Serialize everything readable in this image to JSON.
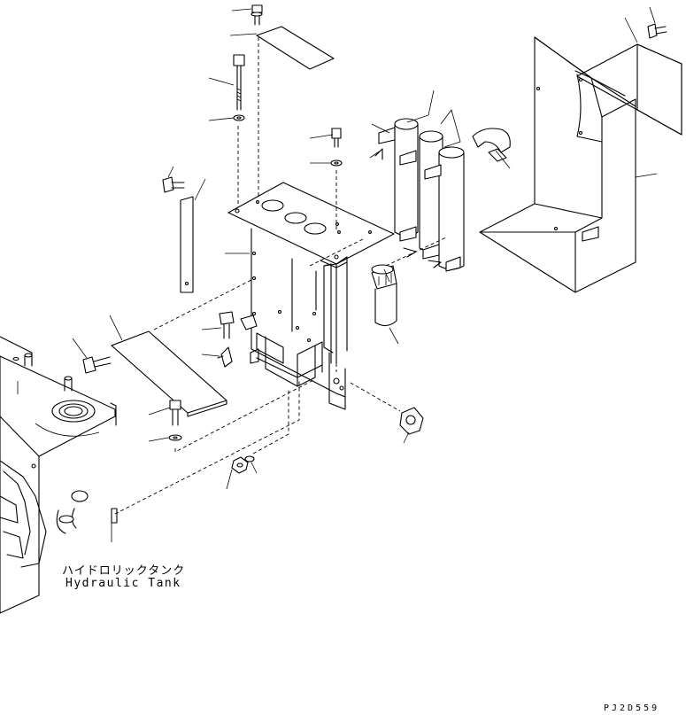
{
  "figure": {
    "labels": {
      "tank_jp": "ハイドロリックタンク",
      "tank_en": "Hydraulic Tank"
    },
    "drawing_code": "PJ2D559"
  }
}
